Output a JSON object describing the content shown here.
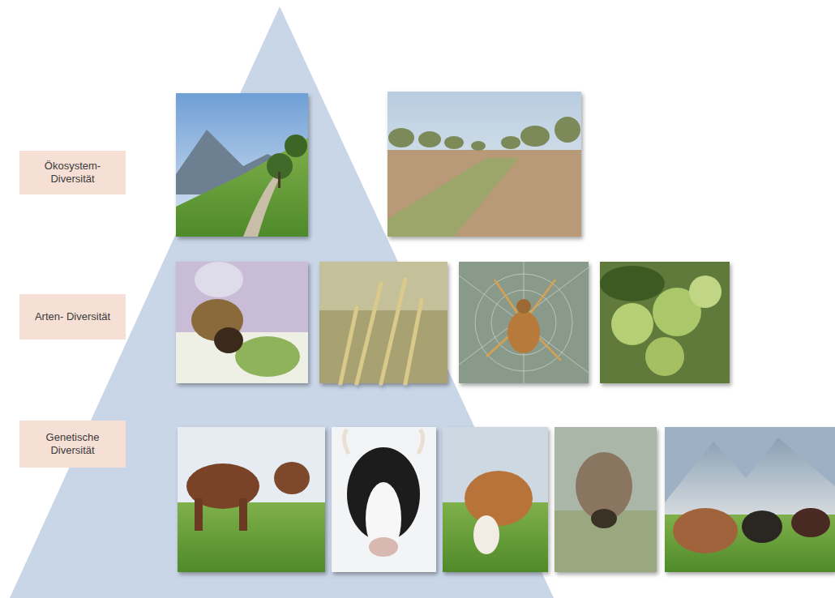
{
  "diagram": {
    "nodes": [
      {
        "text": [
          "Ökosystem- Diversität"
        ]
      },
      {
        "text": [
          "Arten- Diversität"
        ]
      },
      {
        "text": [
          "Genetische Diversität"
        ]
      }
    ]
  }
}
